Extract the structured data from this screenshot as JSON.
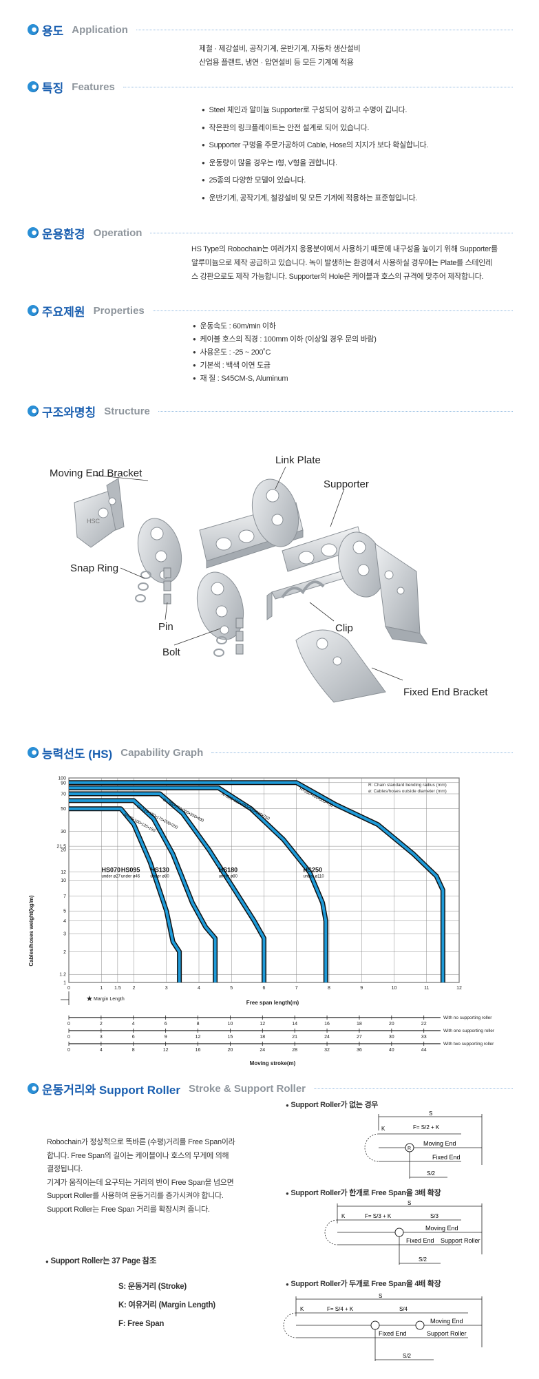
{
  "sections": {
    "application": {
      "ko": "용도",
      "en": "Application",
      "lines": [
        "제철 · 제강설비, 공작기계, 운반기계, 자동차 생산설비",
        "산업용 플랜트, 냉연 · 압연설비 등 모든 기계에 적용"
      ]
    },
    "features": {
      "ko": "특징",
      "en": "Features",
      "items": [
        "Steel 체인과 알미늄 Supporter로 구성되어 강하고 수명이 깁니다.",
        "작은판의 링크플레이트는 안전 설계로 되어 있습니다.",
        "Supporter 구멍을 주문가공하여 Cable, Hose의 지지가 보다 확실합니다.",
        "운동량이 많을 경우는 I형, V형을 권합니다.",
        "25종의 다양한 모델이 있습니다.",
        "운반기계, 공작기계, 철강설비 및 모든 기계에 적용하는 표준형입니다."
      ]
    },
    "operation": {
      "ko": "운용환경",
      "en": "Operation",
      "lines": [
        "HS Type의 Robochain는 여러가지 응용분야에서 사용하기 때문에 내구성을 높이기 위해 Supporter를",
        "알루미늄으로 제작 공급하고 있습니다.  녹이 발생하는 환경에서 사용하실 경우에는 Plate를 스테인레",
        "스 강판으로도 제작 가능합니다. Supporter의 Hole은 케이블과 호스의 규격에 맞추어 제작합니다."
      ]
    },
    "properties": {
      "ko": "주요제원",
      "en": "Properties",
      "items": [
        "운동속도 : 60m/min 이하",
        "케이블 호스의 직경 : 100mm 이하 (이상일 경우 문의 바람)",
        "사용온도 : -25 ~ 200˚C",
        "기본색 : 백색 이연 도금",
        "재 질 : S45CM-S, Aluminum"
      ]
    },
    "structure": {
      "ko": "구조와명칭",
      "en": "Structure",
      "labels": {
        "link_plate": "Link Plate",
        "moving_end": "Moving End Bracket",
        "supporter": "Supporter",
        "snap_ring": "Snap Ring",
        "pin": "Pin",
        "clip": "Clip",
        "bolt": "Bolt",
        "fixed_end": "Fixed End Bracket",
        "logo": "HSC"
      }
    },
    "capability": {
      "ko": "능력선도 (HS)",
      "en": "Capability Graph"
    },
    "stroke": {
      "ko": "운동거리와 Support Roller",
      "en": "Stroke & Support Roller",
      "desc": [
        "Robochain가 정상적으로 똑바른 (수평)거리를 Free Span이라",
        "합니다. Free Span의 길이는 케이블이나 호스의 무게에 의해",
        "결정됩니다.",
        "기계가 움직이는데 요구되는 거리의 반이 Free Span을 넘으면",
        "Support Roller를 사용하여 운동거리를 증가시켜야 합니다.",
        "Support Roller는 Free Span 거리를 확장시켜 줍니다."
      ],
      "note": "Support Roller는 37 Page 참조",
      "legend": [
        "S: 운동거리 (Stroke)",
        "K: 여유거리 (Margin Length)",
        "F: Free Span"
      ],
      "diagrams": [
        {
          "title": "Support Roller가 없는 경우",
          "moving_end": "Moving End",
          "fixed_end": "Fixed End",
          "label_s": "S",
          "label_k": "K",
          "label_r": "R",
          "label_f": "F= S/2 + K",
          "label_half": "S/2"
        },
        {
          "title": "Support Roller가 한개로 Free Span을 3배 확장",
          "moving_end": "Moving End",
          "fixed_end": "Fixed End",
          "support_roller": "Support Roller",
          "label_s": "S",
          "label_k": "K",
          "label_f": "F= S/3 + K",
          "label_third": "S/3",
          "label_half": "S/2"
        },
        {
          "title": "Support Roller가 두개로 Free Span을 4배 확장",
          "moving_end": "Moving End",
          "fixed_end": "Fixed End",
          "support_roller": "Support Roller",
          "label_s": "S",
          "label_k": "K",
          "label_f": "F= S/4 + K",
          "label_quarter": "S/4",
          "label_half": "S/2"
        }
      ]
    }
  },
  "colors": {
    "accent_blue": "#1a5fb0",
    "curve_blue": "#1e9ad8",
    "header_gray": "#8e959c"
  },
  "chart_data": {
    "type": "line",
    "ylabel": "Cables/hoses weight(kg/m)",
    "xlabel": "Free span length(m)",
    "xlim": [
      0,
      12
    ],
    "ylim": [
      1,
      100
    ],
    "y_scale": "log",
    "y_ticks": [
      1,
      1.2,
      2,
      3,
      4,
      5,
      7,
      10,
      12,
      20,
      21.5,
      30,
      50,
      70,
      90,
      100
    ],
    "x_ticks": [
      0,
      1,
      1.5,
      2,
      3,
      4,
      5,
      6,
      7,
      8,
      9,
      10,
      11,
      12
    ],
    "legend": [
      "R: Chain standard bending radius (mm)",
      "ø: Cables/hoses outside diameter (mm)"
    ],
    "margin_label": "Margin Length",
    "series": [
      {
        "name": "HS070",
        "sub": "under ø27",
        "radius_label": "R=75•100•125•150",
        "x": [
          0,
          1.6,
          2.0,
          2.5,
          3.0,
          3.2,
          3.4,
          3.4
        ],
        "y": [
          50,
          50,
          35,
          15,
          5,
          2.5,
          2,
          1
        ]
      },
      {
        "name": "HS095",
        "sub": "under ø46",
        "radius_label": "R=125•150•175•200•250",
        "x": [
          0,
          2.0,
          2.6,
          3.2,
          3.8,
          4.2,
          4.5,
          4.5
        ],
        "y": [
          60,
          60,
          40,
          18,
          6,
          3.5,
          2.7,
          1
        ]
      },
      {
        "name": "HS130",
        "sub": "under ø80",
        "radius_label": "R=200•250•300•350•400",
        "x": [
          0,
          2.8,
          3.5,
          4.3,
          5.1,
          5.7,
          6.0,
          6.0
        ],
        "y": [
          70,
          70,
          45,
          20,
          8,
          4,
          2.7,
          1
        ]
      },
      {
        "name": "HS180",
        "sub": "under ø80",
        "radius_label": "R=300•350•400•500•600•750",
        "x": [
          0,
          4.6,
          5.6,
          6.6,
          7.4,
          7.8,
          7.9,
          7.9
        ],
        "y": [
          80,
          80,
          50,
          25,
          12,
          6,
          4,
          1
        ]
      },
      {
        "name": "HS250",
        "sub": "under ø110",
        "radius_label": "R=350•400•500•750",
        "x": [
          0,
          7.0,
          8.2,
          9.5,
          10.6,
          11.3,
          11.5,
          11.5
        ],
        "y": [
          90,
          90,
          55,
          35,
          18,
          11,
          8,
          1
        ]
      }
    ],
    "stroke_axes": [
      {
        "label": "With no supporting roller",
        "ticks": [
          0,
          2,
          4,
          6,
          8,
          10,
          12,
          14,
          16,
          18,
          20,
          22
        ]
      },
      {
        "label": "With one supporting roller",
        "ticks": [
          0,
          3,
          6,
          9,
          12,
          15,
          18,
          21,
          24,
          27,
          30,
          33
        ]
      },
      {
        "label": "With two supporting roller",
        "ticks": [
          0,
          4,
          8,
          12,
          16,
          20,
          24,
          28,
          32,
          36,
          40,
          44
        ]
      }
    ],
    "stroke_xlabel": "Moving stroke(m)"
  }
}
